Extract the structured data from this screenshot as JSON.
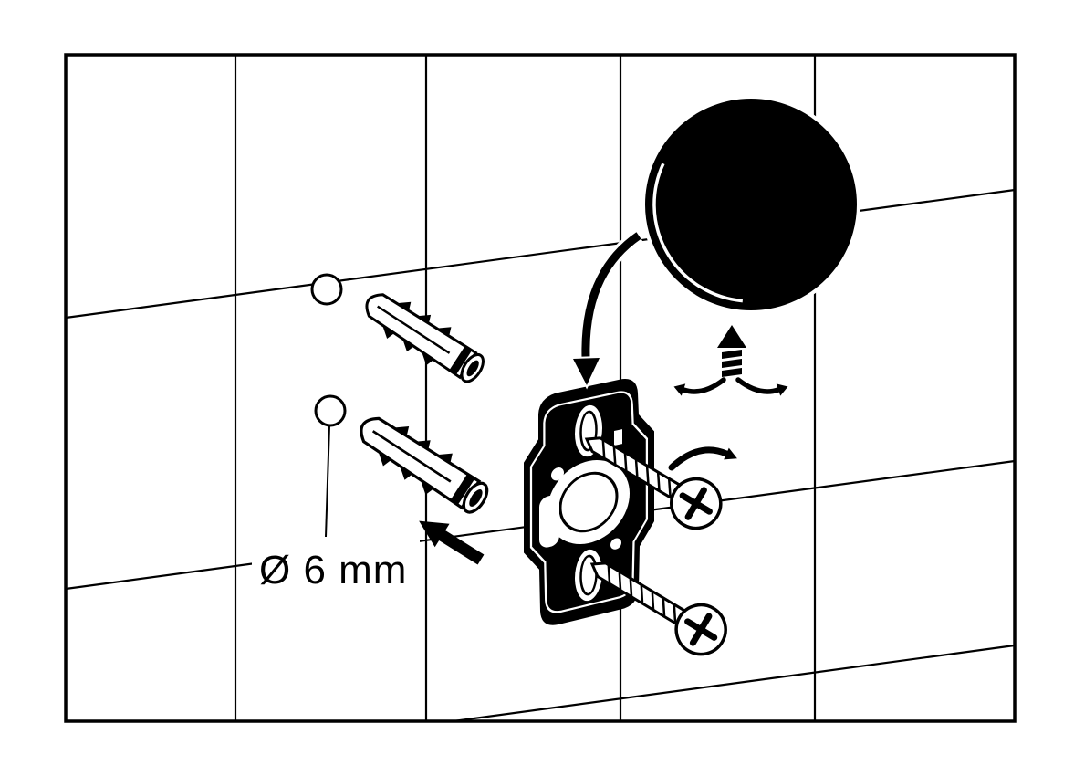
{
  "diagram": {
    "background_color": "#ffffff",
    "line_color": "#000000",
    "labels": {
      "drill_diameter": "Ø 6 mm"
    },
    "parts": {
      "wall": "tiled-wall",
      "holes": [
        "drill-hole-1",
        "drill-hole-2"
      ],
      "anchors": [
        "wall-anchor-1",
        "wall-anchor-2"
      ],
      "plate": "mounting-plate",
      "screws": [
        "screw-1",
        "screw-2"
      ],
      "disc": "cover-disc",
      "arrows": [
        "insert-direction-arrow",
        "screw-rotation-arrow",
        "plate-attach-arrow",
        "disc-push-arrow",
        "disc-twist-arrow-left",
        "disc-twist-arrow-right"
      ]
    }
  }
}
